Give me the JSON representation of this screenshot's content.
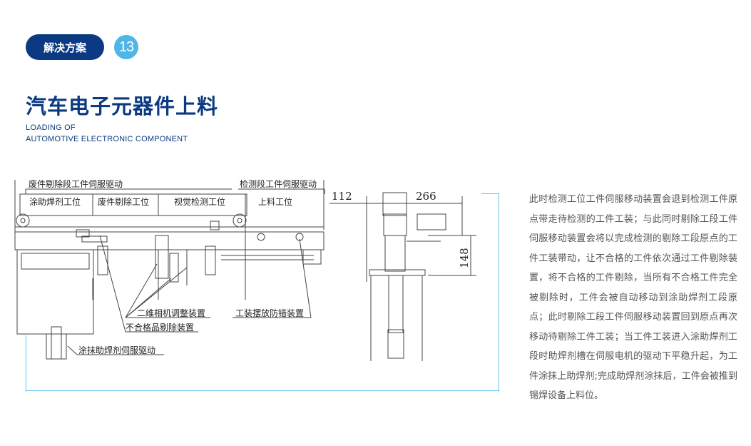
{
  "header": {
    "section_label": "解决方案",
    "page_number": "13"
  },
  "title": "汽车电子元器件上料",
  "subtitle_lines": [
    "LOADING OF",
    "AUTOMOTIVE ELECTRONIC COMPONENT"
  ],
  "drawing": {
    "labels": {
      "reject_servo": "废件剔除段工件伺服驱动",
      "inspect_servo": "检测段工件伺服驱动",
      "station_flux": "涂助焊剂工位",
      "station_reject": "废件剔除工位",
      "station_vision": "视觉检测工位",
      "station_load": "上料工位",
      "camera_adjust": "二维相机调整装置",
      "fixture_guard": "工装摆放防错装置",
      "reject_device": "不合格品剔除装置",
      "flux_servo": "涂抹助焊剂伺服驱动"
    },
    "dimensions": {
      "d1": "112",
      "d2": "266",
      "d3": "148"
    }
  },
  "description": "此时检测工位工件伺服移动装置会退到检测工件原点带走待检测的工件工装；与此同时剔除工段工件伺服移动装置会将以完成检测的剔除工段原点的工件工装带动，让不合格的工件依次通过工件剔除装置，将不合格的工件剔除，当所有不合格工件完全被剔除时，工件会被自动移动到涂助焊剂工段原点；此时剔除工段工件伺服移动装置回到原点再次移动待剔除工件工装；当工件工装进入涂助焊剂工段时助焊剂槽在伺服电机的驱动下平稳升起，为工件涂抹上助焊剂;完成助焊剂涂抹后，工件会被推到锡焊设备上料位。",
  "colors": {
    "brand": "#0b3a82",
    "accent": "#4fb6e8"
  }
}
